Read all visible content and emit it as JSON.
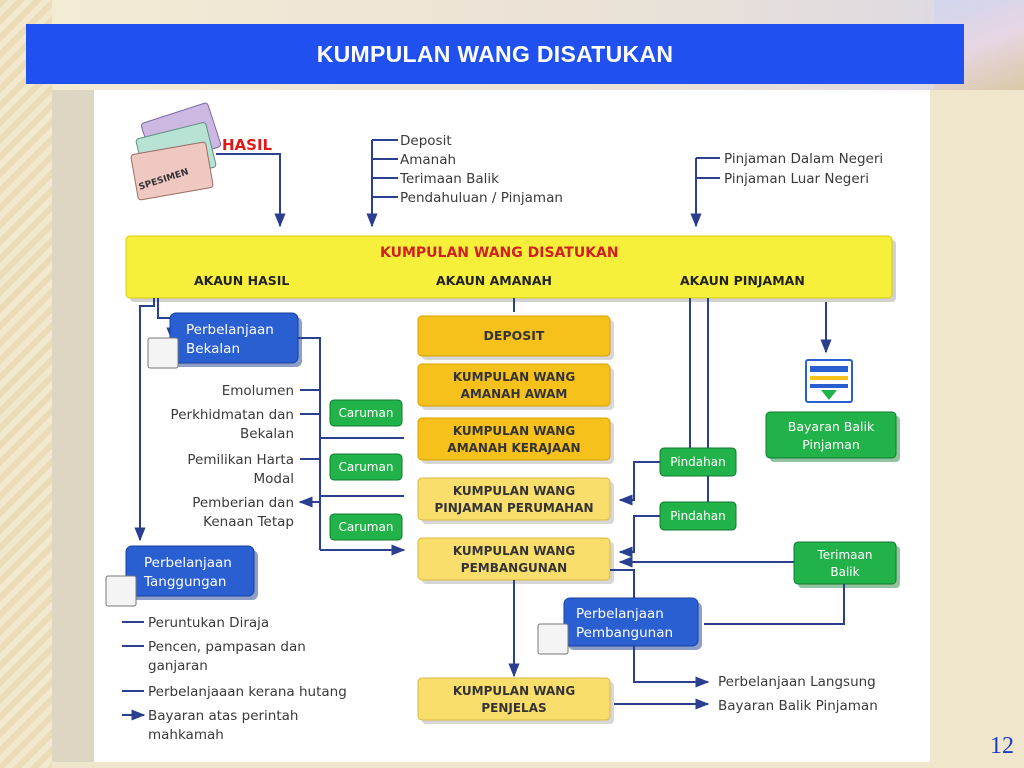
{
  "slide": {
    "title": "KUMPULAN WANG DISATUKAN",
    "page_number": "12"
  },
  "sources": {
    "hasil": "HASIL",
    "note_stamp": "SPESIMEN",
    "amanah_sources": [
      "Deposit",
      "Amanah",
      "Terimaan Balik",
      "Pendahuluan / Pinjaman"
    ],
    "pinjaman_sources": [
      "Pinjaman Dalam Negeri",
      "Pinjaman Luar Negeri"
    ]
  },
  "main_box": {
    "title": "KUMPULAN WANG DISATUKAN",
    "akaun_hasil": "AKAUN HASIL",
    "akaun_amanah": "AKAUN AMANAH",
    "akaun_pinjaman": "AKAUN PINJAMAN"
  },
  "hasil_branch": {
    "bekalan": [
      "Perbelanjaan",
      "Bekalan"
    ],
    "bekalan_items": [
      "Emolumen",
      "Perkhidmatan dan",
      "Bekalan",
      "Pemilikan Harta",
      "Modal",
      "Pemberian dan",
      "Kenaan Tetap"
    ],
    "caruman": "Caruman",
    "tanggungan": [
      "Perbelanjaan",
      "Tanggungan"
    ],
    "tanggungan_items": [
      "Peruntukan Diraja",
      "Pencen, pampasan dan",
      "ganjaran",
      "Perbelanjaaan kerana hutang",
      "Bayaran atas perintah",
      "mahkamah"
    ]
  },
  "amanah_funds": {
    "deposit": "DEPOSIT",
    "amanah_awam": [
      "KUMPULAN WANG",
      "AMANAH AWAM"
    ],
    "amanah_kerajaan": [
      "KUMPULAN WANG",
      "AMANAH KERAJAAN"
    ],
    "pinjaman_perumahan": [
      "KUMPULAN WANG",
      "PINJAMAN PERUMAHAN"
    ],
    "pembangunan": [
      "KUMPULAN WANG",
      "PEMBANGUNAN"
    ],
    "penjelas": [
      "KUMPULAN WANG",
      "PENJELAS"
    ]
  },
  "pinjaman_branch": {
    "pindahan": "Pindahan",
    "bayaran_balik": [
      "Bayaran Balik",
      "Pinjaman"
    ],
    "terimaan_balik": [
      "Terimaan",
      "Balik"
    ],
    "pembangunan_exp": [
      "Perbelanjaan",
      "Pembangunan"
    ],
    "outputs": [
      "Perbelanjaan Langsung",
      "Bayaran Balik Pinjaman"
    ]
  },
  "colors": {
    "title_bar": "#2150f0",
    "main_yellow": "#f7f03a",
    "orange_box": "#f6c11a",
    "light_yellow_box": "#f9de6c",
    "blue_box": "#2a5fd2",
    "green_box": "#22b24a",
    "line": "#2a3f8f",
    "hasil_red": "#e01818"
  }
}
